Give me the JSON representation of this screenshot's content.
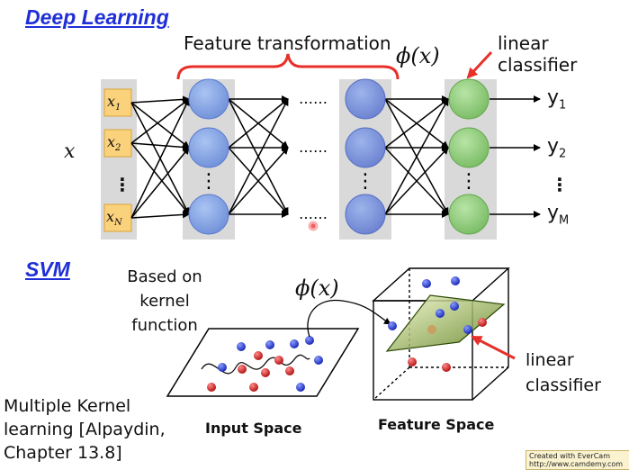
{
  "deep_learning": {
    "title": "Deep Learning",
    "feature_label": "Feature transformation",
    "phi": "ϕ(x)",
    "classifier_label": "linear classifier",
    "input_label": "x",
    "inputs": [
      "x1",
      "x2",
      "⋮",
      "xN"
    ],
    "dots": "……",
    "vdots": "⋮",
    "outputs": [
      "y1",
      "y2",
      "⋮",
      "yM"
    ]
  },
  "svm": {
    "title": "SVM",
    "kernel_note": [
      "Based on",
      "kernel",
      "function"
    ],
    "phi": "ϕ(x)",
    "input_space": "Input Space",
    "feature_space": "Feature Space",
    "classifier_label": [
      "linear",
      "classifier"
    ],
    "mkl_note": [
      "Multiple Kernel",
      "learning [Alpaydin,",
      "Chapter 13.8]"
    ]
  },
  "colors": {
    "title": "#1f2fd6",
    "arrow_red": "#e8302a",
    "blue_node": "#7f9fe0",
    "green_node": "#8fce7a",
    "input_box": "#fbd27c",
    "panel_gray": "#d9d9d9"
  },
  "watermark": {
    "line1": "Created with EverCam",
    "line2": "http://www.camdemy.com"
  }
}
